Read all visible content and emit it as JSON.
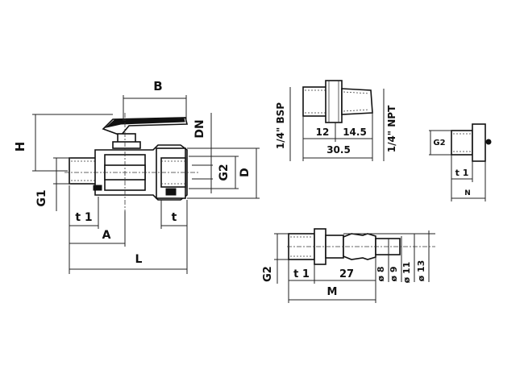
{
  "labels": {
    "valve": {
      "B": "B",
      "H": "H",
      "DN": "DN",
      "G2": "G2",
      "D": "D",
      "G1": "G1",
      "t1": "t 1",
      "t": "t",
      "A": "A",
      "L": "L"
    },
    "adapter_top": {
      "bsp": "1/4\" BSP",
      "npt": "1/4\" NPT",
      "d12": "12",
      "d145": "14.5",
      "d305": "30.5"
    },
    "plug": {
      "G2": "G2",
      "t1": "t 1",
      "N": "N"
    },
    "nipple": {
      "G2": "G2",
      "t1": "t 1",
      "d27": "27",
      "M": "M",
      "o8": "ø 8",
      "o9": "ø 9",
      "o11": "ø 11",
      "o13": "ø 13"
    }
  }
}
